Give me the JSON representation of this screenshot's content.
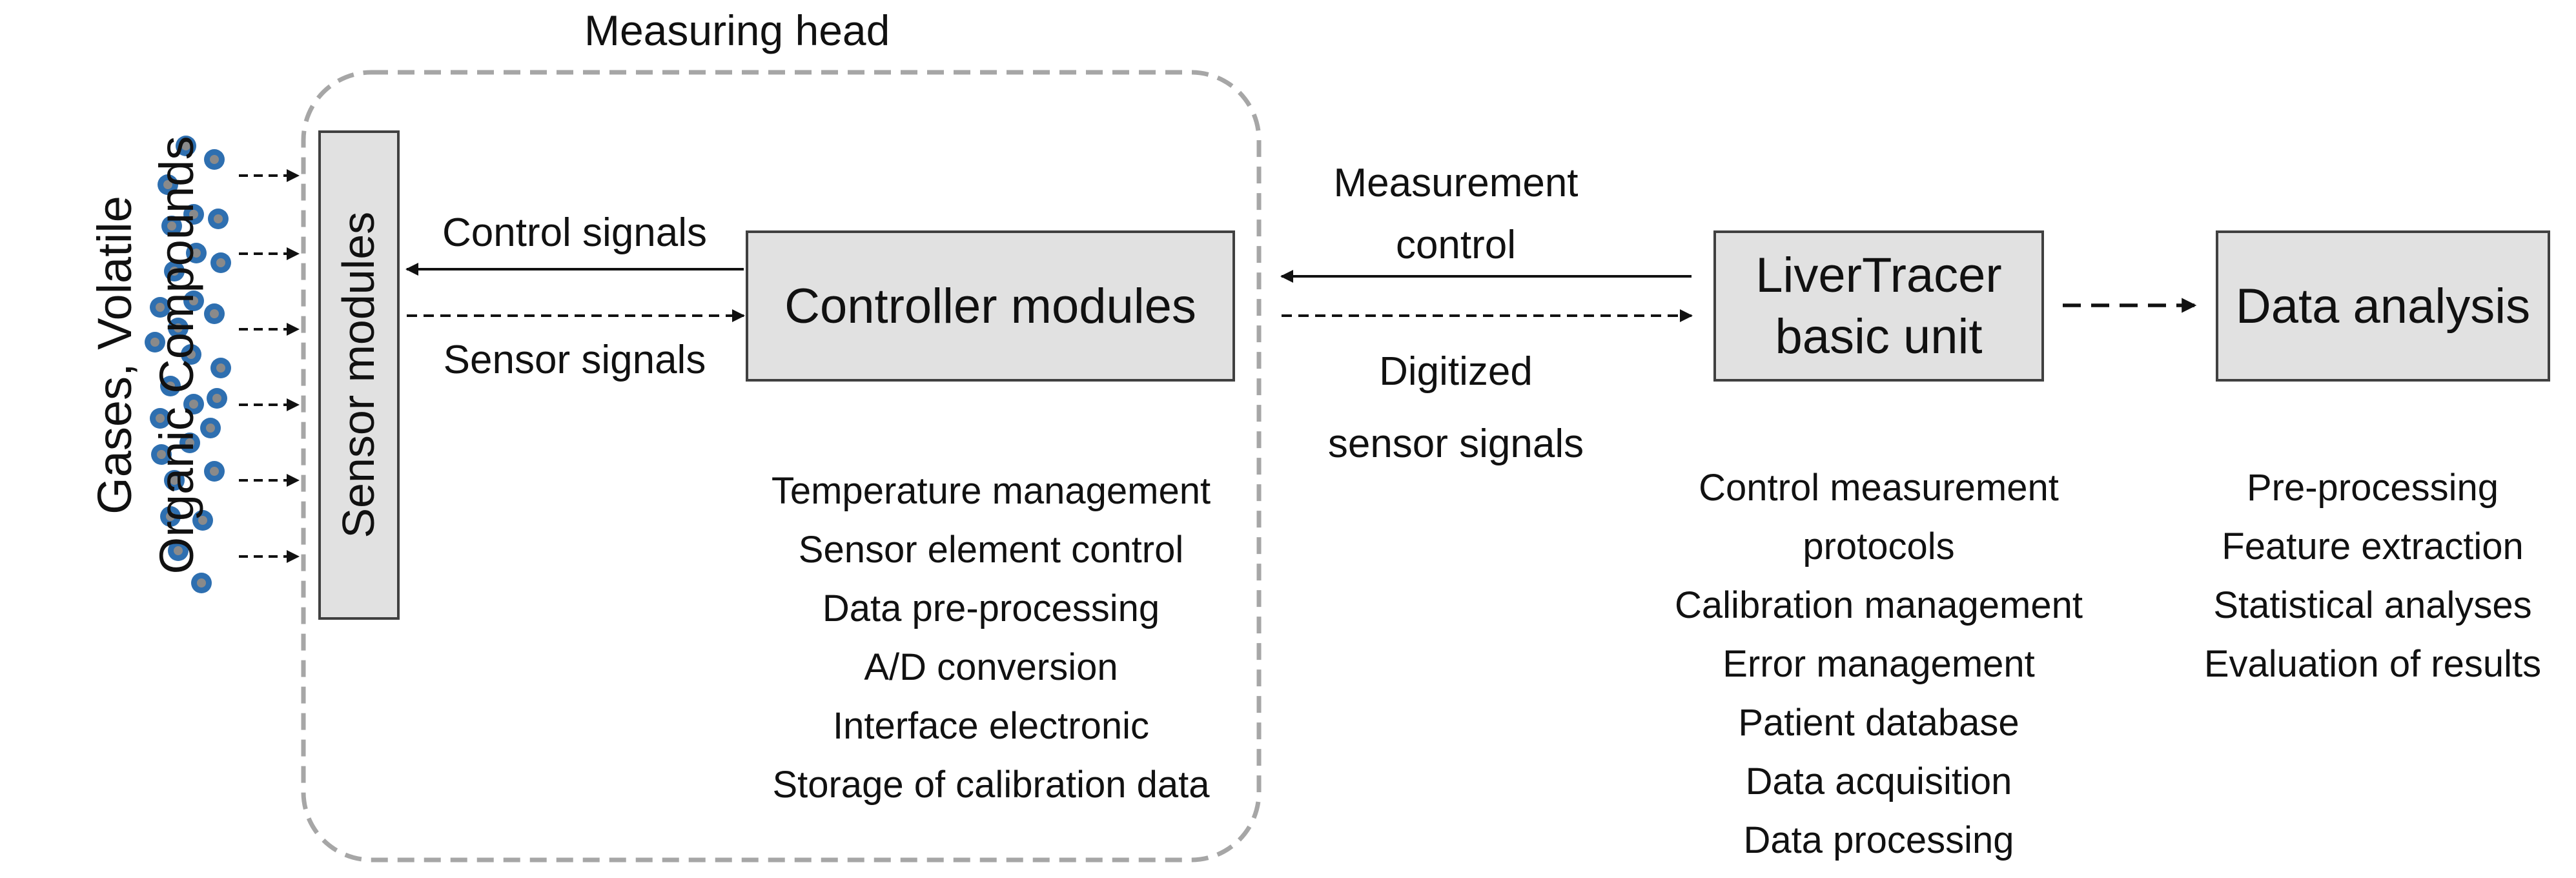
{
  "side_label": {
    "line1": "Gases, Volatile",
    "line2": "Organic Compounds"
  },
  "measuring_head": {
    "title": "Measuring head"
  },
  "sensor_modules": {
    "label": "Sensor modules"
  },
  "controller_modules": {
    "label": "Controller modules"
  },
  "livertracer": {
    "line1": "LiverTracer",
    "line2": "basic unit"
  },
  "data_analysis": {
    "label": "Data analysis"
  },
  "arrows": {
    "control_signals": "Control signals",
    "sensor_signals": "Sensor signals",
    "measurement_control_1": "Measurement",
    "measurement_control_2": "control",
    "digitized_1": "Digitized",
    "digitized_2": "sensor signals"
  },
  "controller_functions": [
    "Temperature management",
    "Sensor element control",
    "Data pre-processing",
    "A/D conversion",
    "Interface electronic",
    "Storage of calibration data"
  ],
  "basic_unit_functions": [
    "Control measurement",
    "protocols",
    "Calibration management",
    "Error management",
    "Patient database",
    "Data acquisition",
    "Data processing"
  ],
  "analysis_functions": [
    "Pre-processing",
    "Feature extraction",
    "Statistical analyses",
    "Evaluation of results"
  ],
  "colors": {
    "box_fill": "#e1e1e1",
    "box_border": "#404040",
    "dashed_frame": "#a6a6a6",
    "molecule_fill": "#2e6fb0",
    "molecule_core": "#8a8a8a"
  }
}
